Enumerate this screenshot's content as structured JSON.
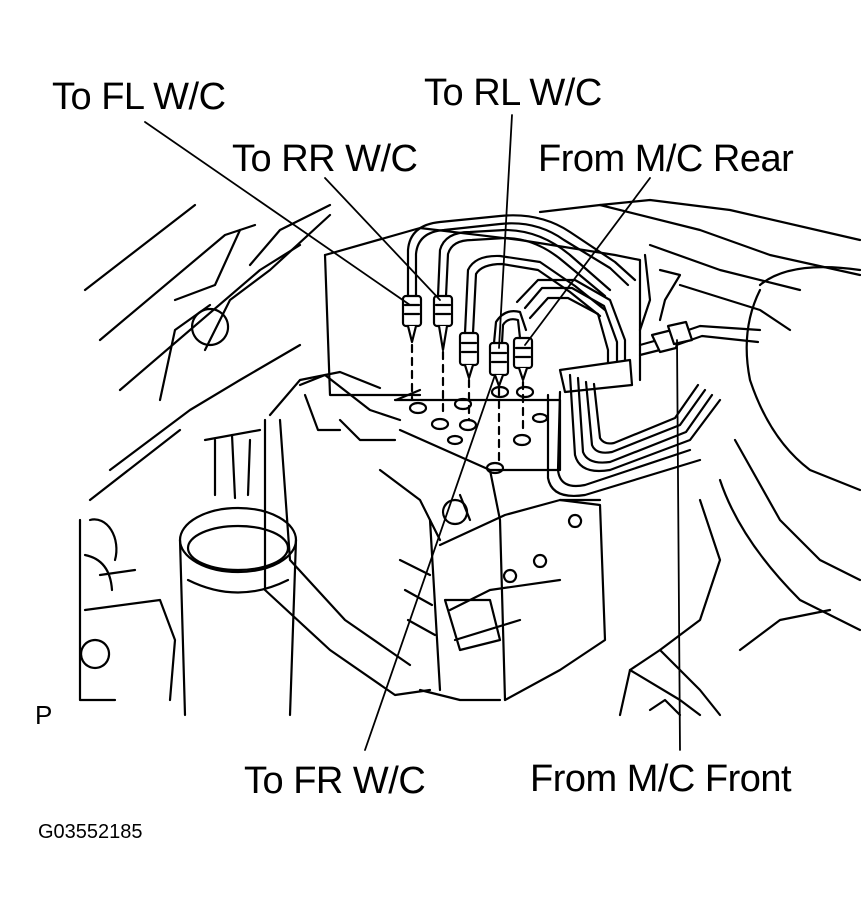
{
  "figure": {
    "labels": {
      "to_fl_wc": "To FL W/C",
      "to_rl_wc": "To RL W/C",
      "to_rr_wc": "To RR W/C",
      "from_mc_rear": "From M/C Rear",
      "to_fr_wc": "To FR W/C",
      "from_mc_front": "From M/C Front"
    },
    "corner_mark": "P",
    "figure_code": "G03552185"
  }
}
